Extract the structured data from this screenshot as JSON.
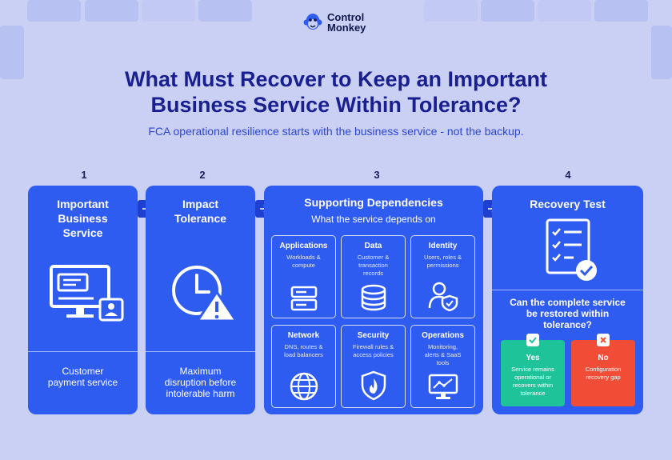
{
  "brand": {
    "line1": "Control",
    "line2": "Monkey",
    "logo_icon": "monkey-face-icon"
  },
  "title_line1": "What Must Recover to Keep an Important",
  "title_line2": "Business Service Within Tolerance?",
  "subtitle": "FCA operational resilience starts with the business service - not the backup.",
  "steps": [
    {
      "number": "1",
      "title_line1": "Important",
      "title_line2": "Business",
      "title_line3": "Service",
      "icon": "monitor-with-user-icon",
      "footer_line1": "Customer",
      "footer_line2": "payment service"
    },
    {
      "number": "2",
      "title_line1": "Impact",
      "title_line2": "Tolerance",
      "icon": "clock-warning-icon",
      "footer_line1": "Maximum",
      "footer_line2": "disruption before",
      "footer_line3": "intolerable harm"
    },
    {
      "number": "3",
      "title": "Supporting Dependencies",
      "subtitle": "What the service depends on",
      "dependencies": [
        {
          "name": "Applications",
          "desc_line1": "Workloads &",
          "desc_line2": "compute",
          "icon": "server-icon"
        },
        {
          "name": "Data",
          "desc_line1": "Customer &",
          "desc_line2": "transaction",
          "desc_line3": "records",
          "icon": "database-icon"
        },
        {
          "name": "Identity",
          "desc_line1": "Users, roles &",
          "desc_line2": "permissions",
          "icon": "user-shield-icon"
        },
        {
          "name": "Network",
          "desc_line1": "DNS, routes &",
          "desc_line2": "load balancers",
          "icon": "globe-icon"
        },
        {
          "name": "Security",
          "desc_line1": "Firewall rules &",
          "desc_line2": "access policies",
          "icon": "flame-shield-icon"
        },
        {
          "name": "Operations",
          "desc_line1": "Monitoring,",
          "desc_line2": "alerts & SaaS",
          "desc_line3": "tools",
          "icon": "monitoring-chart-icon"
        }
      ]
    },
    {
      "number": "4",
      "title": "Recovery Test",
      "icon": "checklist-icon",
      "question_line1": "Can the complete service",
      "question_line2": "be restored within",
      "question_line3": "tolerance?",
      "yes": {
        "label": "Yes",
        "desc_line1": "Service remains",
        "desc_line2": "operational or",
        "desc_line3": "recovers within",
        "desc_line4": "tolerance",
        "color": "#1fc39a"
      },
      "no": {
        "label": "No",
        "desc_line1": "Configuration",
        "desc_line2": "recovery gap",
        "color": "#f14d36"
      }
    }
  ],
  "colors": {
    "background": "#c9d0f4",
    "card": "#2e5cf0",
    "title": "#1a1f8f",
    "subtitle": "#2d45d6"
  }
}
